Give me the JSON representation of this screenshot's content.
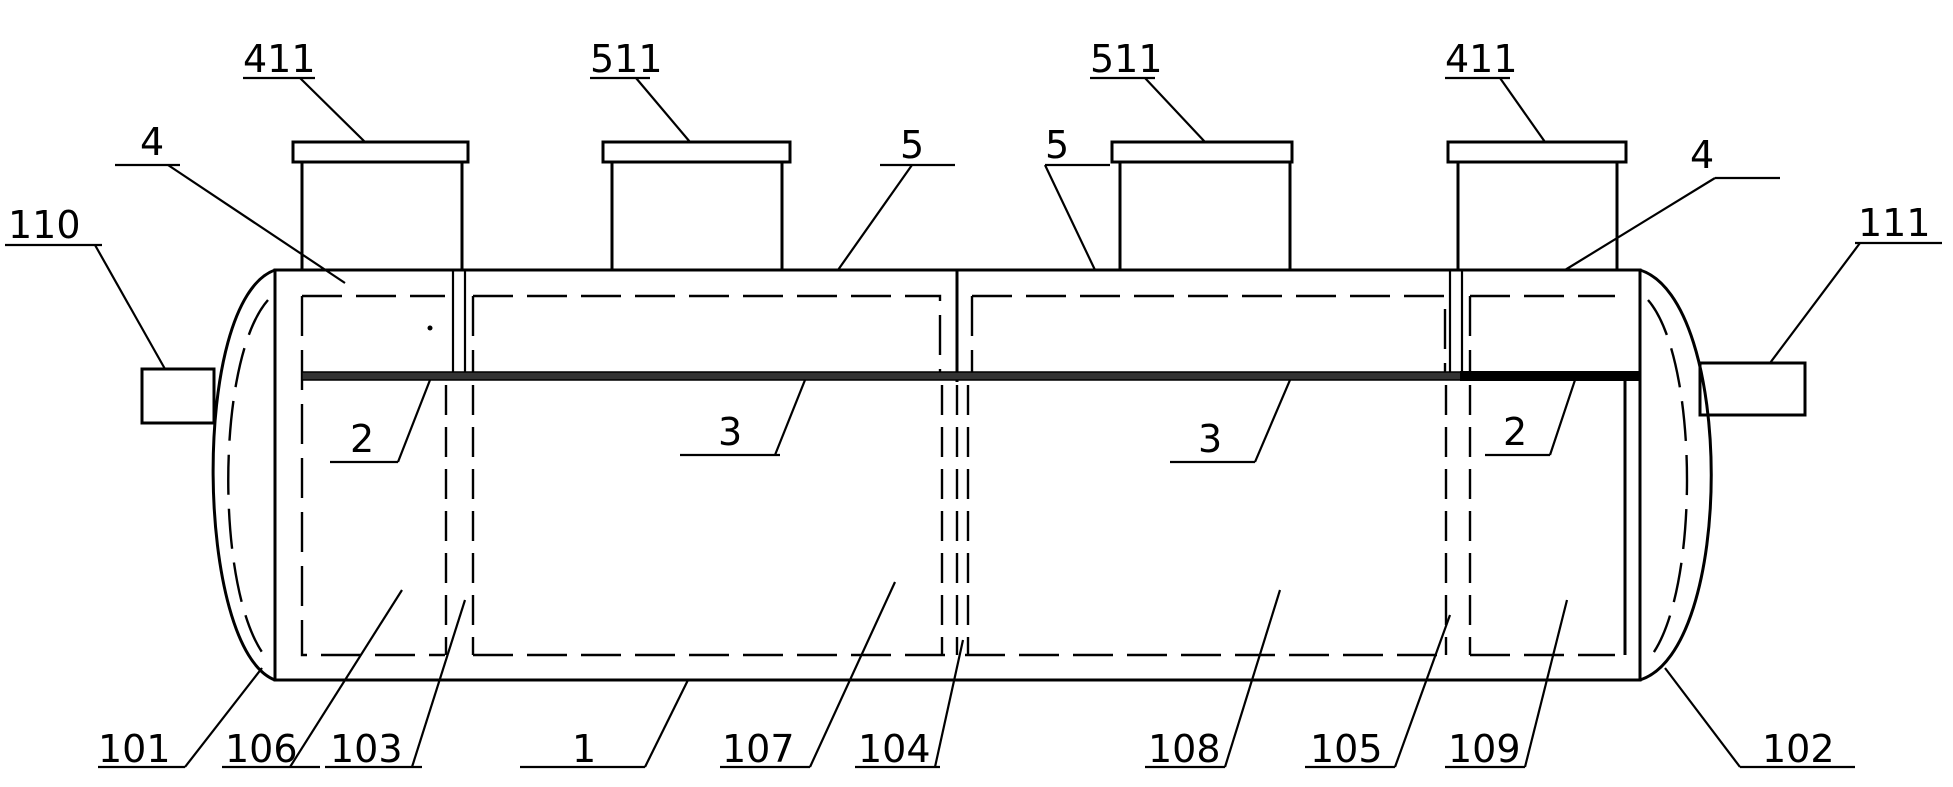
{
  "labels": {
    "l411_left": "411",
    "l511_left": "511",
    "l511_right": "511",
    "l411_right": "411",
    "l4_left": "4",
    "l4_right": "4",
    "l5_left": "5",
    "l5_right": "5",
    "l110": "110",
    "l111": "111",
    "l2_left": "2",
    "l2_right": "2",
    "l3_left": "3",
    "l3_right": "3",
    "l101": "101",
    "l106": "106",
    "l103": "103",
    "l1": "1",
    "l107": "107",
    "l104": "104",
    "l108": "108",
    "l105": "105",
    "l109": "109",
    "l102": "102"
  }
}
